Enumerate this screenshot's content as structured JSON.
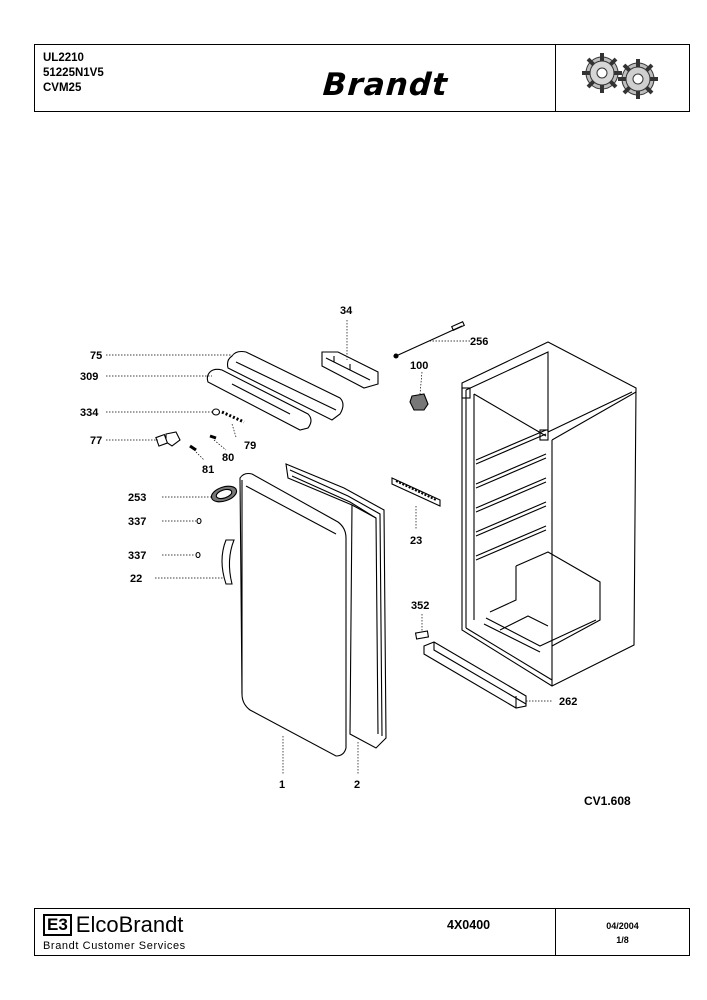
{
  "header": {
    "models": [
      "UL2210",
      "51225N1V5",
      "CVM25"
    ],
    "brand": "Brandt",
    "logo_icon": "gears-icon"
  },
  "diagram": {
    "labels": {
      "l34": "34",
      "l256": "256",
      "l75": "75",
      "l309": "309",
      "l100": "100",
      "l334": "334",
      "l79": "79",
      "l77": "77",
      "l80": "80",
      "l81": "81",
      "l253": "253",
      "l337a": "337",
      "l337b": "337",
      "l22": "22",
      "l23": "23",
      "l352": "352",
      "l262": "262",
      "l1": "1",
      "l2": "2"
    },
    "reference": "CV1.608"
  },
  "footer": {
    "logo_mark": "E3",
    "company": "ElcoBrandt",
    "services": "Brandt Customer Services",
    "document": "4X0400",
    "date": "04/2004",
    "page": "1/8"
  }
}
